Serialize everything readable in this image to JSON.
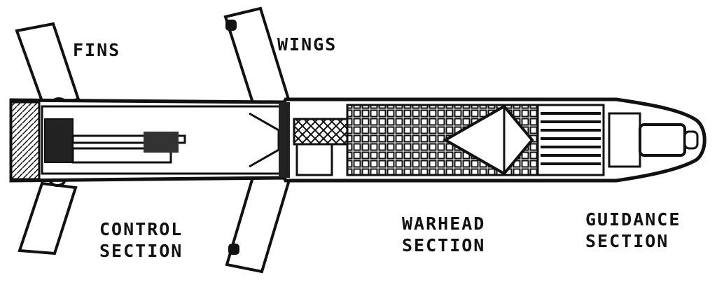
{
  "labels": {
    "fins": "FINS",
    "wings": "WINGS",
    "control": [
      "CONTROL",
      "SECTION"
    ],
    "warhead": [
      "WARHEAD",
      "SECTION"
    ],
    "guidance": [
      "GUIDANCE",
      "SECTION"
    ]
  },
  "colors": {
    "ink": "#111111",
    "paper": "#ffffff"
  }
}
